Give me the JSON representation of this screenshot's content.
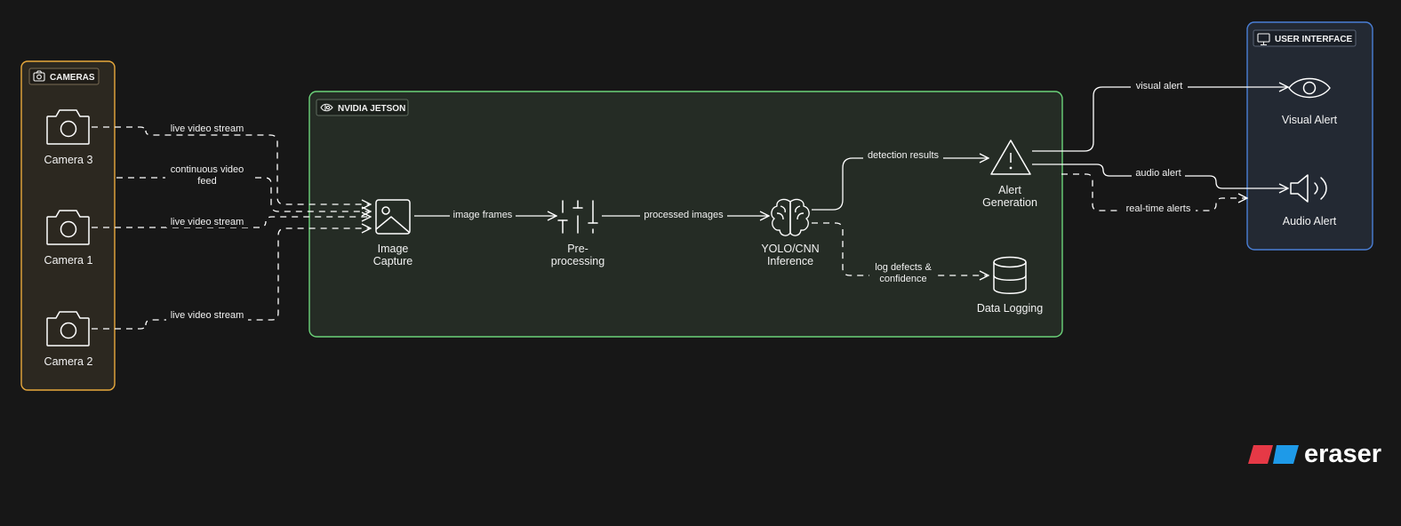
{
  "colors": {
    "background": "#171717",
    "cameras_group": "#e8a93c",
    "jetson_group": "#6cd37a",
    "ui_group": "#4a7fd6",
    "line": "#ffffff",
    "brand_red": "#e63946",
    "brand_blue": "#1e9ae8"
  },
  "groups": {
    "cameras": {
      "label": "CAMERAS",
      "icon": "camera-icon"
    },
    "jetson": {
      "label": "NVIDIA JETSON",
      "icon": "nvidia-icon"
    },
    "ui": {
      "label": "USER INTERFACE",
      "icon": "monitor-icon"
    }
  },
  "nodes": {
    "camera3": {
      "label": "Camera 3",
      "icon": "camera-icon"
    },
    "camera1": {
      "label": "Camera 1",
      "icon": "camera-icon"
    },
    "camera2": {
      "label": "Camera 2",
      "icon": "camera-icon"
    },
    "image_capture": {
      "line1": "Image",
      "line2": "Capture",
      "icon": "image-icon"
    },
    "preprocessing": {
      "line1": "Pre-",
      "line2": "processing",
      "icon": "sliders-icon"
    },
    "inference": {
      "line1": "YOLO/CNN",
      "line2": "Inference",
      "icon": "brain-icon"
    },
    "alert_generation": {
      "line1": "Alert",
      "line2": "Generation",
      "icon": "warning-icon"
    },
    "data_logging": {
      "label": "Data Logging",
      "icon": "database-icon"
    },
    "visual_alert": {
      "label": "Visual Alert",
      "icon": "eye-icon"
    },
    "audio_alert": {
      "label": "Audio Alert",
      "icon": "speaker-icon"
    }
  },
  "edges": {
    "cam3_stream": "live video stream",
    "continuous_line1": "continuous video",
    "continuous_line2": "feed",
    "cam1_stream": "live video stream",
    "cam2_stream": "live video stream",
    "image_frames": "image frames",
    "processed_images": "processed images",
    "detection_results": "detection results",
    "log_line1": "log defects &",
    "log_line2": "confidence",
    "visual_alert": "visual alert",
    "audio_alert": "audio alert",
    "realtime_alerts": "real-time alerts"
  },
  "brand": {
    "name": "eraser"
  }
}
